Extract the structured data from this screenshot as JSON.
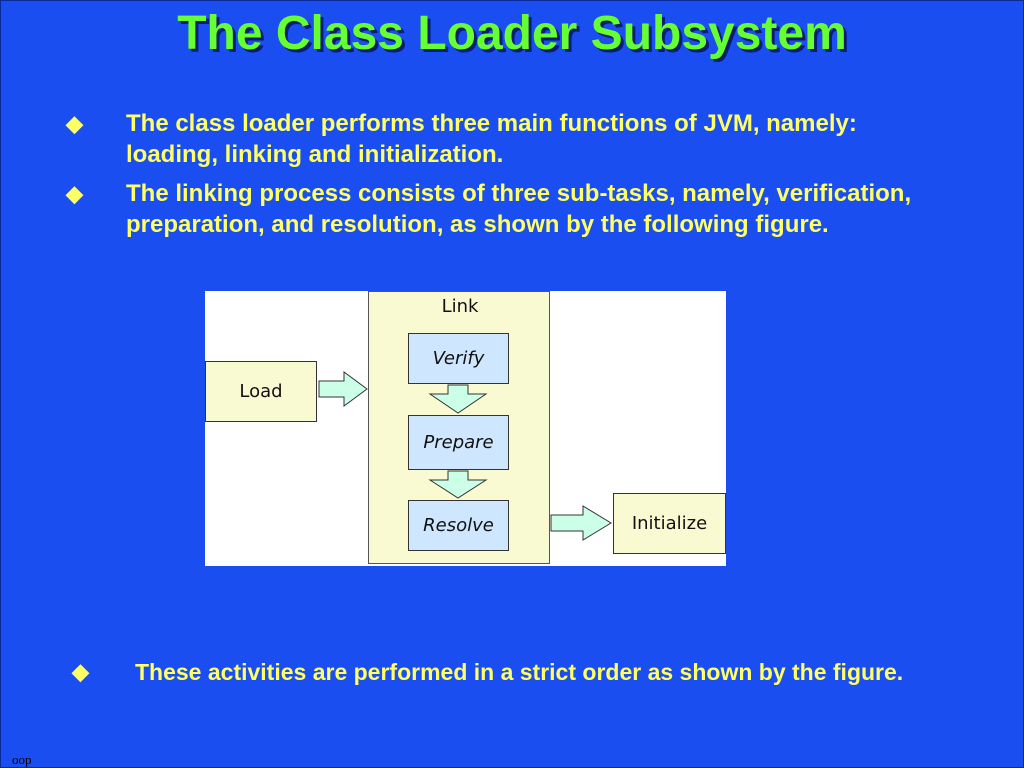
{
  "title": "The Class Loader Subsystem",
  "bullets": [
    {
      "mark": "◆",
      "text": "The class loader performs three main functions of JVM, namely: loading, linking and initialization."
    },
    {
      "mark": "◆",
      "text": "The linking process consists of three sub-tasks, namely, verification, preparation, and resolution, as shown by the following figure."
    },
    {
      "mark": "◆",
      "text": "These activities are performed in a strict order as shown by the figure."
    }
  ],
  "figure": {
    "load": "Load",
    "link": "Link",
    "verify": "Verify",
    "prepare": "Prepare",
    "resolve": "Resolve",
    "initialize": "Initialize"
  },
  "footer": "oop",
  "colors": {
    "background": "#1a4ef0",
    "title": "#66ff33",
    "bullet_text": "#ffff66",
    "step_fill": "#cfe6ff",
    "link_fill": "#fafad2",
    "arrow_fill": "#ccffe8"
  }
}
